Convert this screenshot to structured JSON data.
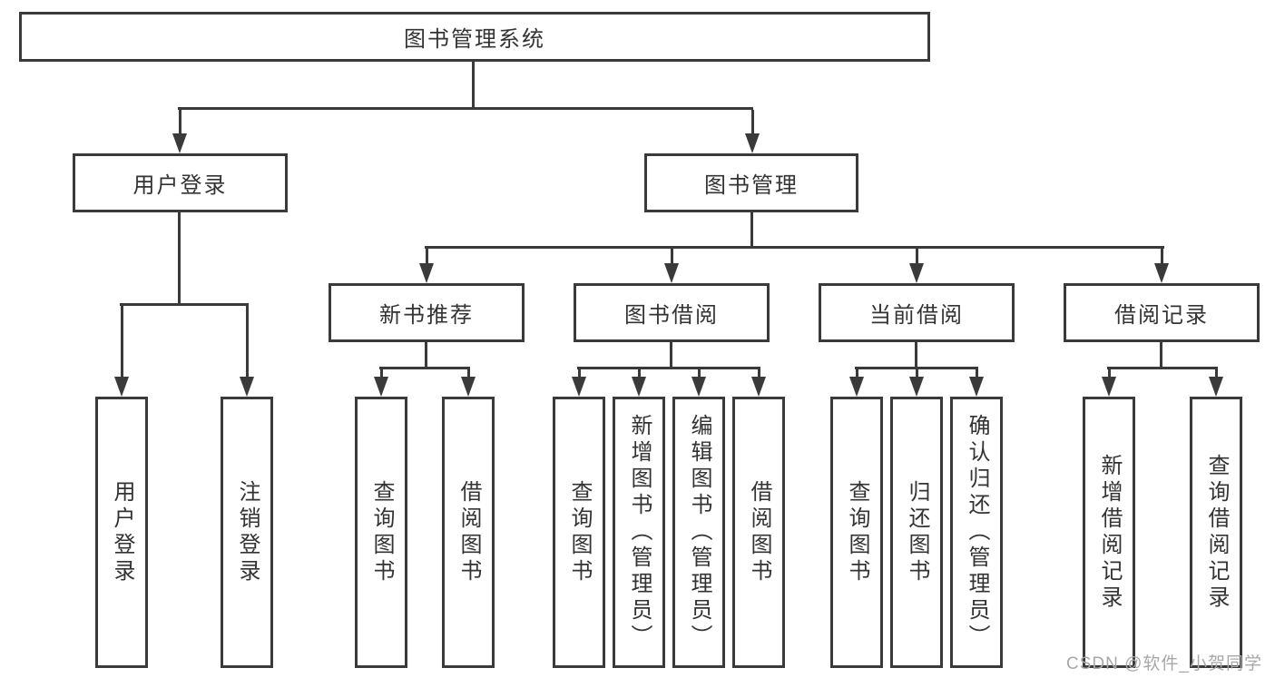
{
  "tree": {
    "label": "图书管理系统",
    "children": [
      {
        "label": "用户登录",
        "children": [
          {
            "label": "用户登录"
          },
          {
            "label": "注销登录"
          }
        ]
      },
      {
        "label": "图书管理",
        "children": [
          {
            "label": "新书推荐",
            "children": [
              {
                "label": "查询图书"
              },
              {
                "label": "借阅图书"
              }
            ]
          },
          {
            "label": "图书借阅",
            "children": [
              {
                "label": "查询图书"
              },
              {
                "label": "新增图书（管理员）"
              },
              {
                "label": "编辑图书（管理员）"
              },
              {
                "label": "借阅图书"
              }
            ]
          },
          {
            "label": "当前借阅",
            "children": [
              {
                "label": "查询图书"
              },
              {
                "label": "归还图书"
              },
              {
                "label": "确认归还（管理员）"
              }
            ]
          },
          {
            "label": "借阅记录",
            "children": [
              {
                "label": "新增借阅记录"
              },
              {
                "label": "查询借阅记录"
              }
            ]
          }
        ]
      }
    ]
  },
  "watermark": {
    "text": "CSDN @软件_小贺同学"
  },
  "colors": {
    "line": "#3a3a3a",
    "text": "#333333",
    "watermark": "#a8a8a8",
    "background": "#ffffff"
  }
}
